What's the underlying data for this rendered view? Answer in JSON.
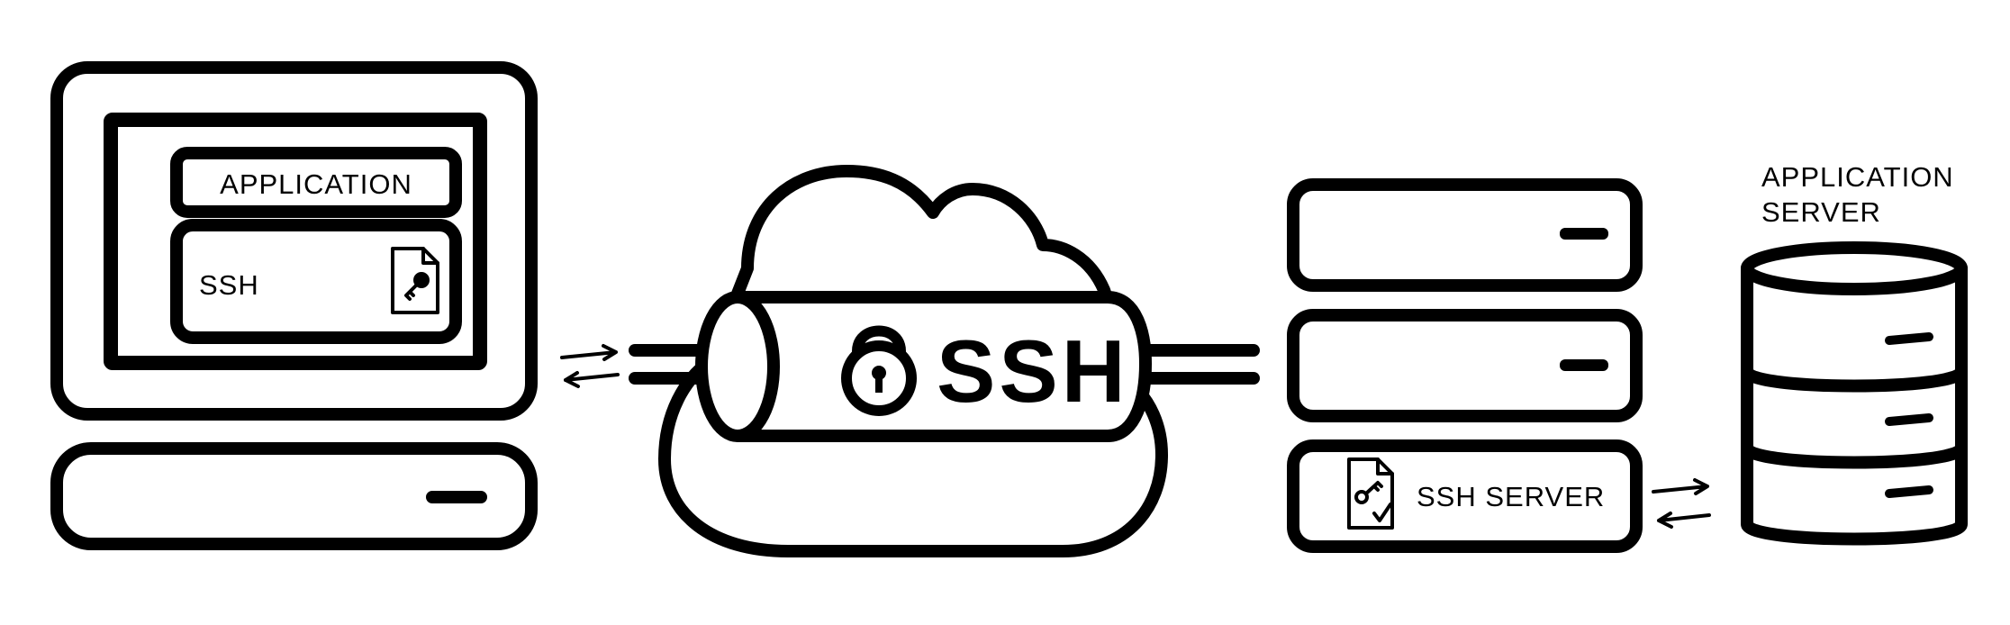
{
  "client": {
    "application_label": "APPLICATION",
    "ssh_label": "SSH"
  },
  "tunnel": {
    "label": "SSH"
  },
  "server": {
    "ssh_server_label": "SSH SERVER"
  },
  "application_server": {
    "label_line1": "APPLICATION",
    "label_line2": "SERVER"
  },
  "colors": {
    "stroke": "#000000",
    "background": "#ffffff"
  }
}
